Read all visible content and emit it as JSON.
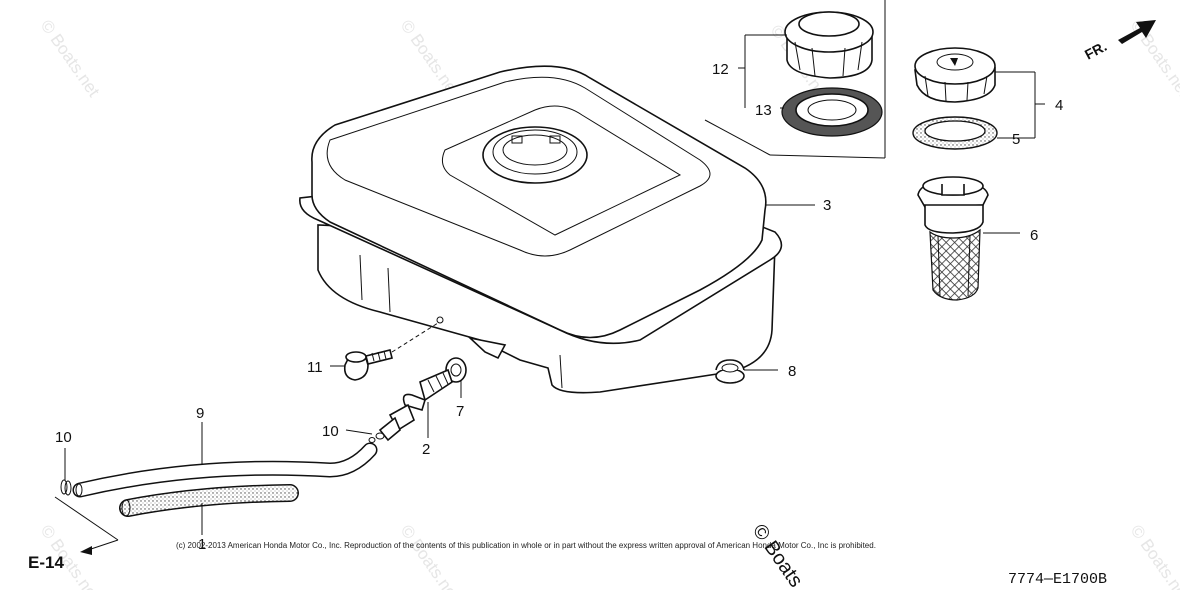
{
  "watermarks": [
    "© Boats.net",
    "© Boats.net",
    "© Boats.net",
    "© Boats.net",
    "© Boats.net",
    "© Boats.net",
    "© Boats.net"
  ],
  "watermark_dark": "© Boats",
  "direction_label": "FR.",
  "section_reference": "E-14",
  "figure_code": "7774—E1700B",
  "copyright": "(c) 2002-2013 American Honda Motor Co., Inc. Reproduction of the contents of this publication in whole or in part without the express written approval of American Honda Motor Co., Inc is prohibited.",
  "callouts": {
    "c1": "1",
    "c2": "2",
    "c3": "3",
    "c4": "4",
    "c5": "5",
    "c6": "6",
    "c7": "7",
    "c8": "8",
    "c9": "9",
    "c10a": "10",
    "c10b": "10",
    "c11": "11",
    "c12": "12",
    "c13": "13"
  },
  "parts": [
    {
      "ref": "1",
      "name": "tube"
    },
    {
      "ref": "2",
      "name": "fuel-valve"
    },
    {
      "ref": "3",
      "name": "fuel-tank"
    },
    {
      "ref": "4",
      "name": "fuel-cap"
    },
    {
      "ref": "5",
      "name": "cap-gasket"
    },
    {
      "ref": "6",
      "name": "fuel-strainer"
    },
    {
      "ref": "7",
      "name": "washer"
    },
    {
      "ref": "8",
      "name": "grommet"
    },
    {
      "ref": "9",
      "name": "fuel-tube"
    },
    {
      "ref": "10",
      "name": "clip"
    },
    {
      "ref": "11",
      "name": "bolt"
    },
    {
      "ref": "12",
      "name": "fuel-cap-alt"
    },
    {
      "ref": "13",
      "name": "cap-gasket-alt"
    }
  ]
}
